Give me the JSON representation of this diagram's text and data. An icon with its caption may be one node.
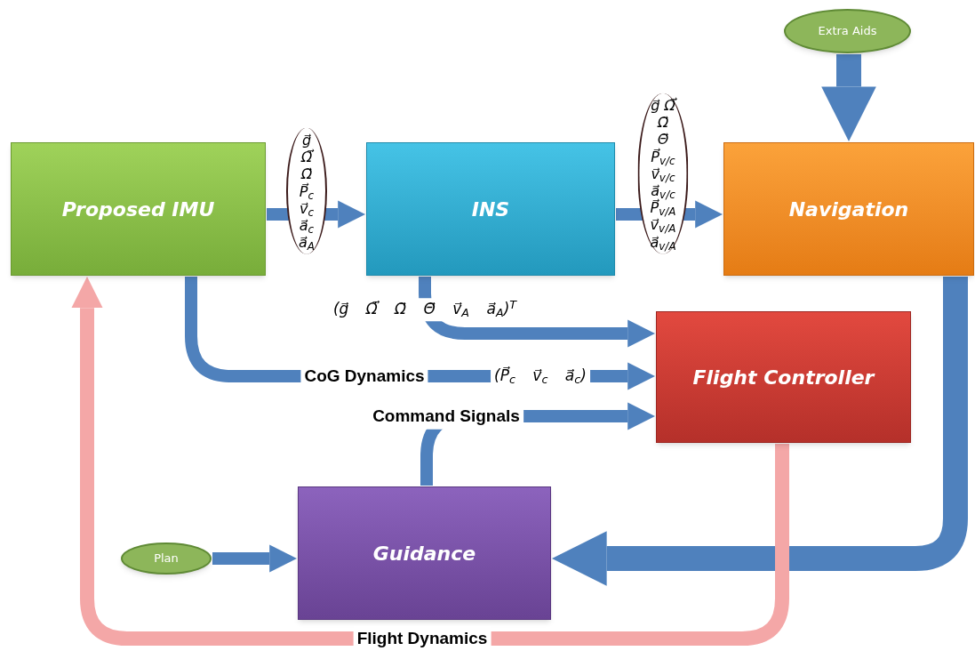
{
  "diagram": {
    "nodes": [
      {
        "text": [
          "Proposed IMU"
        ]
      },
      {
        "text": [
          "INS"
        ]
      },
      {
        "text": [
          "Navigation"
        ]
      },
      {
        "text": [
          "Flight Controller"
        ]
      },
      {
        "text": [
          "Guidance"
        ]
      },
      {
        "text": [
          "Extra Aids"
        ]
      },
      {
        "text": [
          "Plan"
        ]
      }
    ],
    "edges": [
      {
        "from": 0,
        "to": 1,
        "arrow": "to",
        "label": "g⃗ Ω̇⃗ Ω⃗ P⃗$_{c}$ v⃗$_{c}$ a⃗$_{c}$ a⃗$_{A}$"
      },
      {
        "from": 1,
        "to": 2,
        "arrow": "to",
        "label": "g⃗ Ω̇⃗ Ω⃗ Θ⃗ P⃗$_{v/c}$ v⃗$_{v/c}$ a⃗$_{v/c}$ P⃗$_{v/A}$ v⃗$_{v/A}$ a⃗$_{v/A}$"
      },
      {
        "from": 5,
        "to": 2,
        "arrow": "to",
        "style": "thick"
      },
      {
        "from": 1,
        "to": 3,
        "arrow": "to",
        "label": "(g⃗ Ω̇⃗ Ω⃗ Θ⃗ v⃗$_{A}$ a⃗$_{A}$)$^{T}$"
      },
      {
        "from": 0,
        "to": 3,
        "arrow": "to",
        "label": "CoG Dynamics"
      },
      {
        "from": 4,
        "to": 3,
        "arrow": "to",
        "label": "Command Signals"
      },
      {
        "from": 2,
        "to": 4,
        "arrow": "to",
        "style": "thick"
      },
      {
        "from": 6,
        "to": 4,
        "arrow": "to"
      },
      {
        "from": 3,
        "to": 0,
        "arrow": "to",
        "label": "Flight Dynamics",
        "color": "#f4a7a7"
      }
    ],
    "labels": [
      "(P⃗$_{c}$ v⃗$_{c}$ a⃗$_{c}$)"
    ]
  }
}
